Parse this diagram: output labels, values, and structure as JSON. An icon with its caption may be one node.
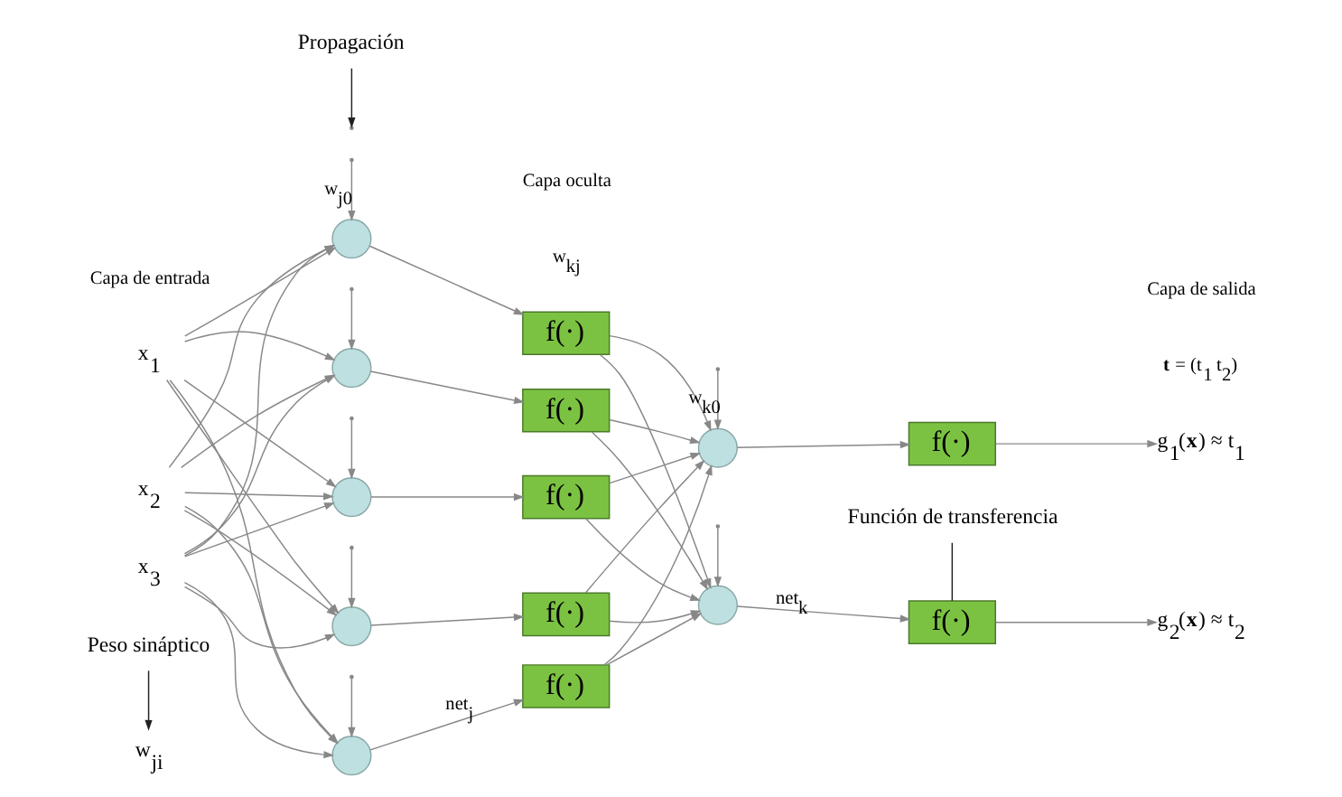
{
  "diagram": {
    "nodes": [
      {
        "text": [
          "Peso sináptico"
        ]
      },
      {
        "text": [
          "w$_{ji}$"
        ]
      },
      {
        "text": [
          "x$_{1}$"
        ]
      },
      {
        "text": [
          "x$_{2}$"
        ]
      },
      {
        "text": [
          "x$_{3}$"
        ]
      },
      {
        "text": [],
        "shape": "circle"
      },
      {
        "text": [],
        "shape": "circle"
      },
      {
        "text": [],
        "shape": "circle"
      },
      {
        "text": [],
        "shape": "circle"
      },
      {
        "text": [],
        "shape": "circle"
      },
      {
        "text": [
          "f(·)"
        ]
      },
      {
        "text": [
          "f(·)"
        ]
      },
      {
        "text": [
          "f(·)"
        ]
      },
      {
        "text": [
          "f(·)"
        ]
      },
      {
        "text": [
          "f(·)"
        ]
      },
      {
        "text": [],
        "shape": "circle"
      },
      {
        "text": [],
        "shape": "circle"
      },
      {
        "text": [
          "f(·)"
        ]
      },
      {
        "text": [
          "f(·)"
        ]
      },
      {
        "text": [
          "g$_{1}$(**x**) ≈ t$_{1}$"
        ]
      },
      {
        "text": [
          "g$_{2}$(**x**) ≈ t$_{2}$"
        ]
      },
      {
        "text": [
          "Propagación"
        ]
      },
      {
        "text": [
          "Función de transferencia"
        ]
      }
    ],
    "edges": [
      {
        "from": 0,
        "to": 1,
        "arrow": "to",
        "color": "#222222"
      },
      {
        "from": null,
        "to": 5,
        "arrow": "to",
        "label": "w$_{j0}$"
      },
      {
        "from": null,
        "to": 6,
        "arrow": "to"
      },
      {
        "from": null,
        "to": 7,
        "arrow": "to"
      },
      {
        "from": null,
        "to": 8,
        "arrow": "to"
      },
      {
        "from": null,
        "to": 9,
        "arrow": "to"
      },
      {
        "from": 2,
        "to": 5,
        "arrow": "to"
      },
      {
        "from": 2,
        "to": 6,
        "arrow": "to"
      },
      {
        "from": 2,
        "to": 7,
        "arrow": "to"
      },
      {
        "from": 2,
        "to": 8,
        "arrow": "to"
      },
      {
        "from": 2,
        "to": 9,
        "arrow": "to"
      },
      {
        "from": 3,
        "to": 5,
        "arrow": "to"
      },
      {
        "from": 3,
        "to": 6,
        "arrow": "to"
      },
      {
        "from": 3,
        "to": 7,
        "arrow": "to"
      },
      {
        "from": 3,
        "to": 8,
        "arrow": "to"
      },
      {
        "from": 3,
        "to": 9,
        "arrow": "to"
      },
      {
        "from": 4,
        "to": 5,
        "arrow": "to"
      },
      {
        "from": 4,
        "to": 6,
        "arrow": "to"
      },
      {
        "from": 4,
        "to": 7,
        "arrow": "to"
      },
      {
        "from": 4,
        "to": 8,
        "arrow": "to"
      },
      {
        "from": 4,
        "to": 9,
        "arrow": "to"
      },
      {
        "from": 5,
        "to": 10,
        "arrow": "to"
      },
      {
        "from": 6,
        "to": 11,
        "arrow": "to"
      },
      {
        "from": 7,
        "to": 12,
        "arrow": "to"
      },
      {
        "from": 8,
        "to": 13,
        "arrow": "to"
      },
      {
        "from": 9,
        "to": 14,
        "arrow": "to",
        "label": "net$_{j}$"
      },
      {
        "from": 10,
        "to": 15,
        "arrow": "to"
      },
      {
        "from": 10,
        "to": 16,
        "arrow": "to"
      },
      {
        "from": 11,
        "to": 15,
        "arrow": "to"
      },
      {
        "from": 11,
        "to": 16,
        "arrow": "to"
      },
      {
        "from": 12,
        "to": 15,
        "arrow": "to"
      },
      {
        "from": 12,
        "to": 16,
        "arrow": "to"
      },
      {
        "from": 13,
        "to": 15,
        "arrow": "to"
      },
      {
        "from": 13,
        "to": 16,
        "arrow": "to"
      },
      {
        "from": 14,
        "to": 15,
        "arrow": "to"
      },
      {
        "from": 14,
        "to": 16,
        "arrow": "to"
      },
      {
        "from": null,
        "to": 15,
        "arrow": "to",
        "label": "w$_{k0}$"
      },
      {
        "from": null,
        "to": 16,
        "arrow": "to"
      },
      {
        "from": 15,
        "to": 17,
        "arrow": "to"
      },
      {
        "from": 16,
        "to": 18,
        "arrow": "to",
        "label": "net$_{k}$"
      },
      {
        "from": 17,
        "to": 19,
        "arrow": "to"
      },
      {
        "from": 18,
        "to": 20,
        "arrow": "to"
      },
      {
        "from": 21,
        "to": null,
        "arrow": "to",
        "color": "#222222"
      },
      {
        "from": 22,
        "to": 18,
        "arrow": "none",
        "color": "#222222"
      }
    ],
    "labels": [
      "w$_{kj}$",
      "**t** = (t$_{1}$ t$_{2}$)",
      "Capa de entrada",
      "Capa oculta",
      "Capa de salida"
    ]
  }
}
